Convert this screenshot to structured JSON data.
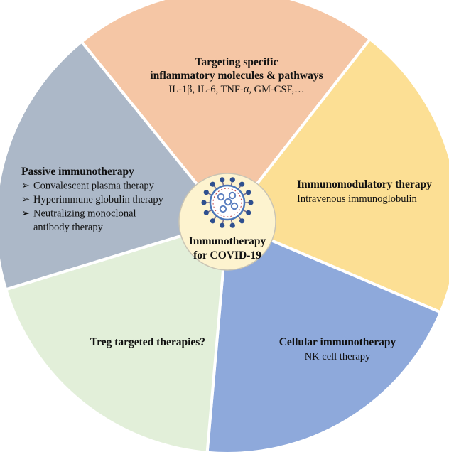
{
  "center": {
    "line1": "Immunotherapy",
    "line2": "for COVID-19",
    "virus_icon": "coronavirus-icon",
    "fill": "#FDF3CF"
  },
  "segments": [
    {
      "id": "targeting",
      "color": "#F5C6A5",
      "title_lines": [
        "Targeting specific",
        "inflammatory molecules & pathways"
      ],
      "body_lines": [
        "IL-1β, IL-6, TNF-α, GM-CSF,…"
      ]
    },
    {
      "id": "immunomodulatory",
      "color": "#FCDF94",
      "title_lines": [
        "Immunomodulatory therapy"
      ],
      "body_lines": [
        "Intravenous immunoglobulin"
      ]
    },
    {
      "id": "cellular",
      "color": "#8EA9DB",
      "title_lines": [
        "Cellular immunotherapy"
      ],
      "body_lines": [
        "NK cell therapy"
      ]
    },
    {
      "id": "treg",
      "color": "#E2EFD9",
      "title_lines": [
        "Treg targeted therapies?"
      ],
      "body_lines": []
    },
    {
      "id": "passive",
      "color": "#ACB8C8",
      "title_lines": [
        "Passive immunotherapy"
      ],
      "bullets": [
        [
          "Convalescent plasma therapy"
        ],
        [
          "Hyperimmune globulin therapy"
        ],
        [
          "Neutralizing monoclonal",
          "antibody therapy"
        ]
      ],
      "bullet_glyph": "➢"
    }
  ],
  "colors": {
    "divider": "#ffffff",
    "virus_body": "#4A76B8",
    "virus_spike_head": "#2E4F8F",
    "virus_inner": "#5B7FC0"
  }
}
